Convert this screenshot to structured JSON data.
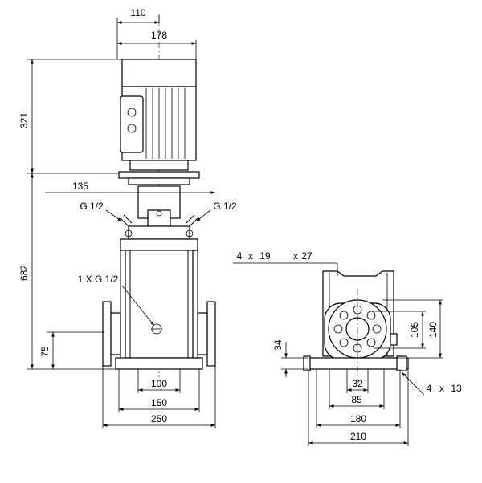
{
  "front_view": {
    "dims": {
      "motor_offset": "110",
      "motor_width": "178",
      "motor_height": "321",
      "flange_width": "135",
      "gauge_left": "G 1/2",
      "gauge_right": "G 1/2",
      "overall_height": "682",
      "drain": "1 X G 1/2",
      "port_height": "75",
      "base_100": "100",
      "base_150": "150",
      "base_250": "250"
    }
  },
  "side_view": {
    "dims": {
      "bolt_count": "4",
      "x1": "x",
      "bolt_dia": "19",
      "x2": "x",
      "bolt_circle": "27",
      "flange_105": "105",
      "flange_140": "140",
      "height_34": "34",
      "base_32": "32",
      "base_85": "85",
      "base_180": "180",
      "base_210": "210",
      "foot_count": "4",
      "x3": "x",
      "foot_hole": "13"
    }
  }
}
